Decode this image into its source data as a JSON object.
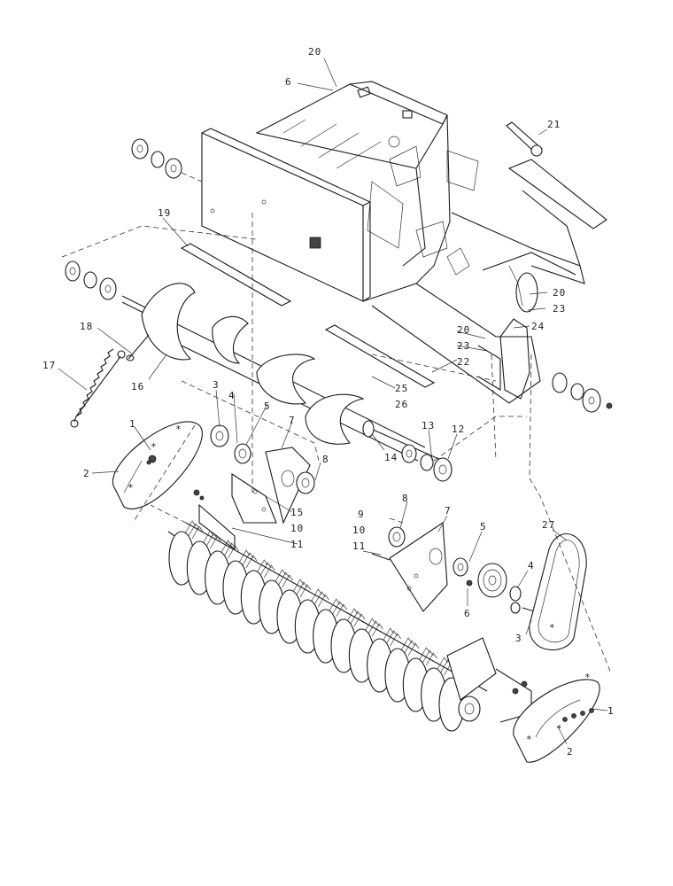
{
  "diagram": {
    "part_labels": [
      {
        "id": "l20a",
        "text": "20"
      },
      {
        "id": "l6a",
        "text": "6"
      },
      {
        "id": "l21",
        "text": "21"
      },
      {
        "id": "l19",
        "text": "19"
      },
      {
        "id": "l18",
        "text": "18"
      },
      {
        "id": "l17",
        "text": "17"
      },
      {
        "id": "l16",
        "text": "16"
      },
      {
        "id": "l20b",
        "text": "20"
      },
      {
        "id": "l23a",
        "text": "23"
      },
      {
        "id": "l20c",
        "text": "20"
      },
      {
        "id": "l24",
        "text": "24"
      },
      {
        "id": "l23b",
        "text": "23"
      },
      {
        "id": "l22",
        "text": "22"
      },
      {
        "id": "l25",
        "text": "25"
      },
      {
        "id": "l26",
        "text": "26"
      },
      {
        "id": "l3a",
        "text": "3"
      },
      {
        "id": "l4a",
        "text": "4"
      },
      {
        "id": "l5a",
        "text": "5"
      },
      {
        "id": "l7a",
        "text": "7"
      },
      {
        "id": "l1a",
        "text": "1"
      },
      {
        "id": "l2a",
        "text": "2"
      },
      {
        "id": "l8a",
        "text": "8"
      },
      {
        "id": "l13",
        "text": "13"
      },
      {
        "id": "l12",
        "text": "12"
      },
      {
        "id": "l14",
        "text": "14"
      },
      {
        "id": "l15",
        "text": "15"
      },
      {
        "id": "l10a",
        "text": "10"
      },
      {
        "id": "l11a",
        "text": "11"
      },
      {
        "id": "l8b",
        "text": "8"
      },
      {
        "id": "l9",
        "text": "9"
      },
      {
        "id": "l10b",
        "text": "10"
      },
      {
        "id": "l11b",
        "text": "11"
      },
      {
        "id": "l7b",
        "text": "7"
      },
      {
        "id": "l5b",
        "text": "5"
      },
      {
        "id": "l27",
        "text": "27"
      },
      {
        "id": "l4b",
        "text": "4"
      },
      {
        "id": "l6b",
        "text": "6"
      },
      {
        "id": "l3b",
        "text": "3"
      },
      {
        "id": "l1b",
        "text": "1"
      },
      {
        "id": "l2b",
        "text": "2"
      }
    ]
  }
}
